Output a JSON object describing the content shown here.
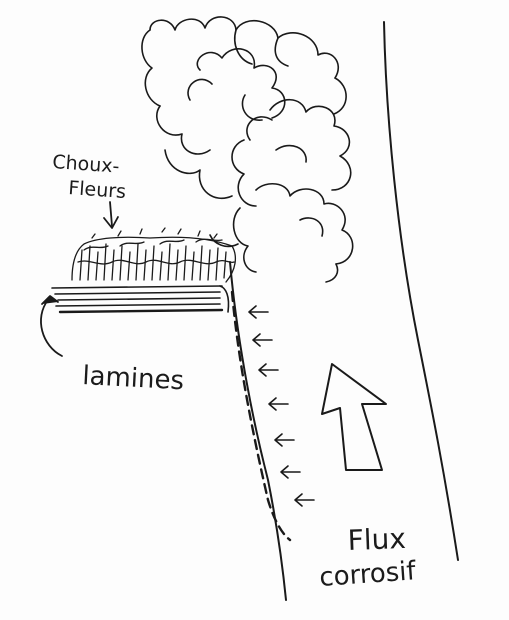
{
  "labels": {
    "choux_line1": "Choux-",
    "choux_line2": "Fleurs",
    "lamines": "lamines",
    "flux_line1": "Flux",
    "flux_line2": "corrosif"
  },
  "colors": {
    "ink": "#1a1a1a",
    "paper": "#fdfdfd"
  }
}
